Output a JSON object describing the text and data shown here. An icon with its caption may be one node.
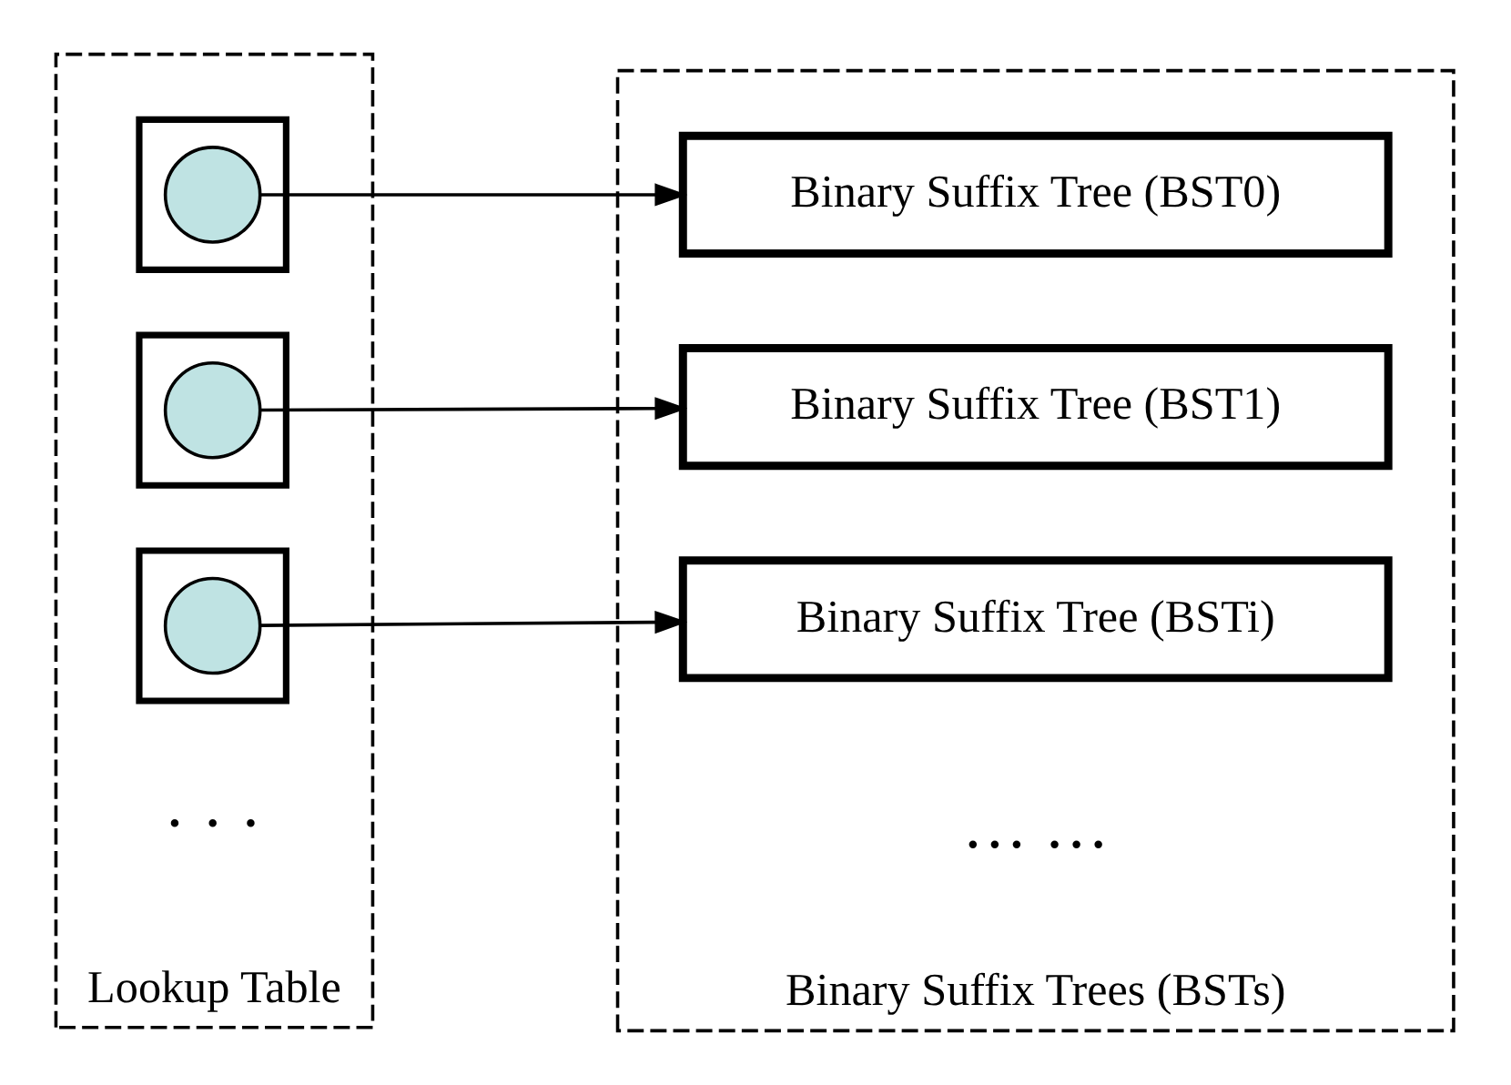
{
  "diagram": {
    "nodes": [
      {
        "text": [
          "Lookup Table"
        ]
      },
      {
        "text": [],
        "shape": "box",
        "in": 0
      },
      {
        "text": [],
        "shape": "circle",
        "in": 1
      },
      {
        "text": [],
        "shape": "box",
        "in": 0
      },
      {
        "text": [],
        "shape": "circle",
        "in": 3
      },
      {
        "text": [],
        "shape": "box",
        "in": 0
      },
      {
        "text": [],
        "shape": "circle",
        "in": 5
      },
      {
        "text": [
          "Binary Suffix Trees (BSTs)"
        ]
      },
      {
        "text": [
          "Binary Suffix Tree (BST0)"
        ],
        "in": 7
      },
      {
        "text": [
          "Binary Suffix Tree (BST1)"
        ],
        "in": 7
      },
      {
        "text": [
          "Binary Suffix Tree (BSTi)"
        ],
        "in": 7
      }
    ],
    "edges": [
      {
        "from": 2,
        "to": 8,
        "arrow": "to"
      },
      {
        "from": 4,
        "to": 9,
        "arrow": "to"
      },
      {
        "from": 6,
        "to": 10,
        "arrow": "to"
      }
    ],
    "labels": [
      "· · ·",
      "… …"
    ]
  }
}
